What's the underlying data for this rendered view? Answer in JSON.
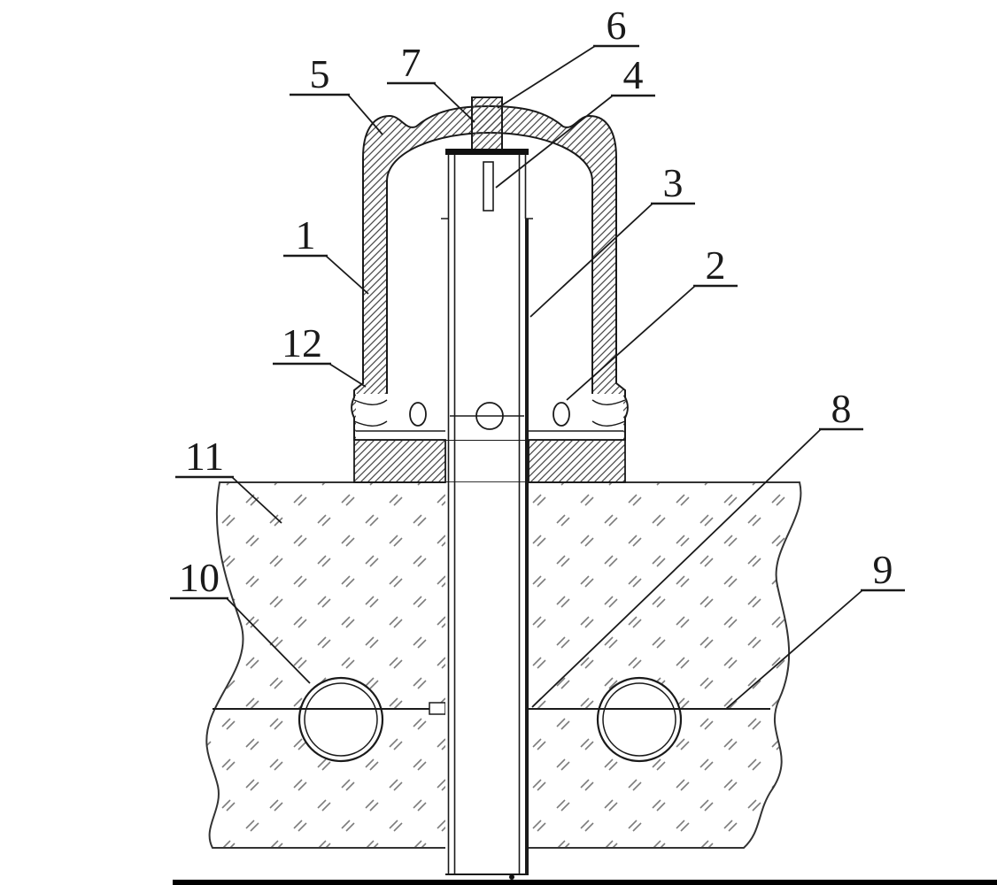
{
  "figure": {
    "type": "patent-cross-section-diagram",
    "callouts": [
      {
        "text": "1"
      },
      {
        "text": "2"
      },
      {
        "text": "3"
      },
      {
        "text": "4"
      },
      {
        "text": "5"
      },
      {
        "text": "6"
      },
      {
        "text": "7"
      },
      {
        "text": "8"
      },
      {
        "text": "9"
      },
      {
        "text": "10"
      },
      {
        "text": "11"
      },
      {
        "text": "12"
      }
    ],
    "colors": {
      "line": "#1a1a1a",
      "section_hatch": "#4a4a4a",
      "ground_hatch": "#7d7d7d",
      "background": "#ffffff"
    }
  }
}
